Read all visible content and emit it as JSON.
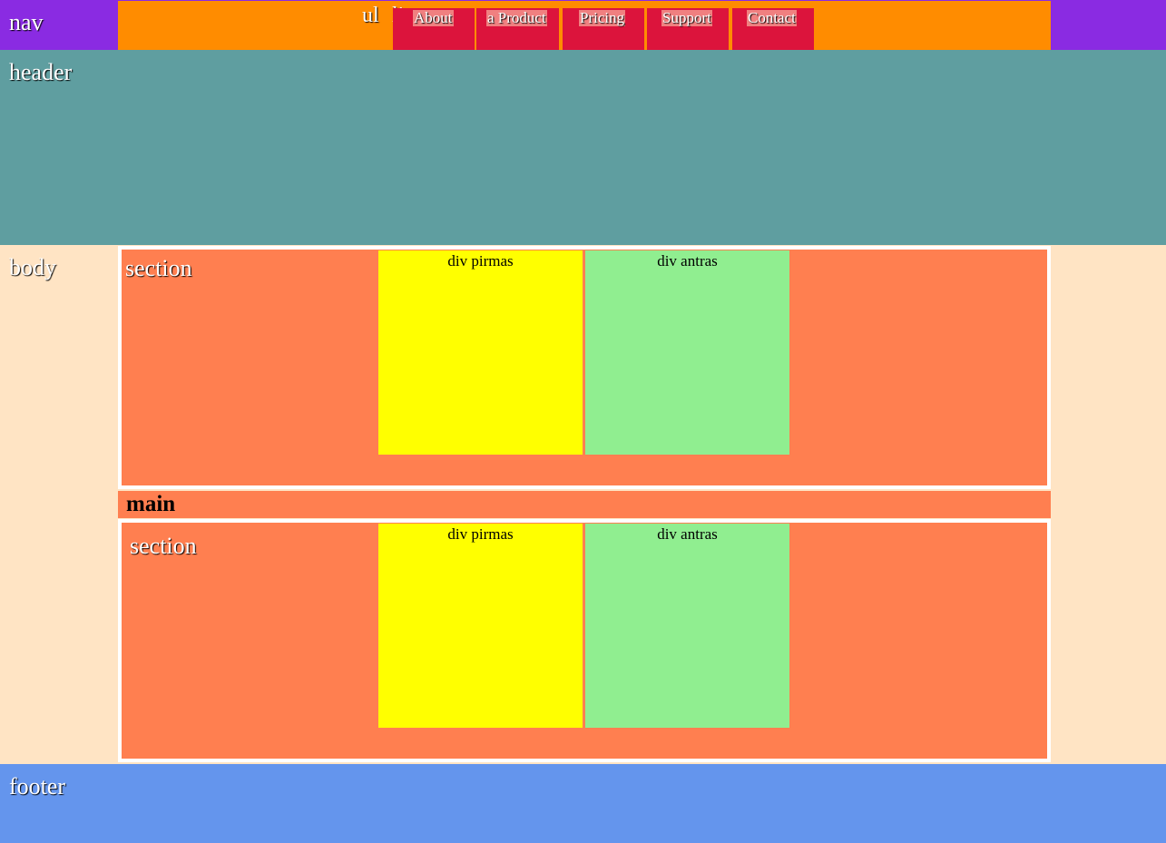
{
  "labels": {
    "nav": "nav",
    "ul": "ul",
    "li": "li",
    "header": "header",
    "body": "body",
    "main": "main",
    "footer": "footer"
  },
  "nav_items": [
    "About",
    "a Product",
    "Pricing",
    "Support",
    "Contact"
  ],
  "sections": [
    {
      "label": "section",
      "div_first": "div pirmas",
      "div_second": "div antras"
    },
    {
      "label": "section",
      "div_first": "div pirmas",
      "div_second": "div antras"
    }
  ],
  "colors": {
    "nav": "#8a2be2",
    "nav_inner": "#ff8c00",
    "nav_item": "#dc143c",
    "nav_link_bg": "#f08080",
    "header": "#5f9ea0",
    "body_area": "#ffe4c4",
    "section": "#ff7f50",
    "div_first": "#ffff00",
    "div_second": "#90ee90",
    "footer": "#6495ed"
  }
}
